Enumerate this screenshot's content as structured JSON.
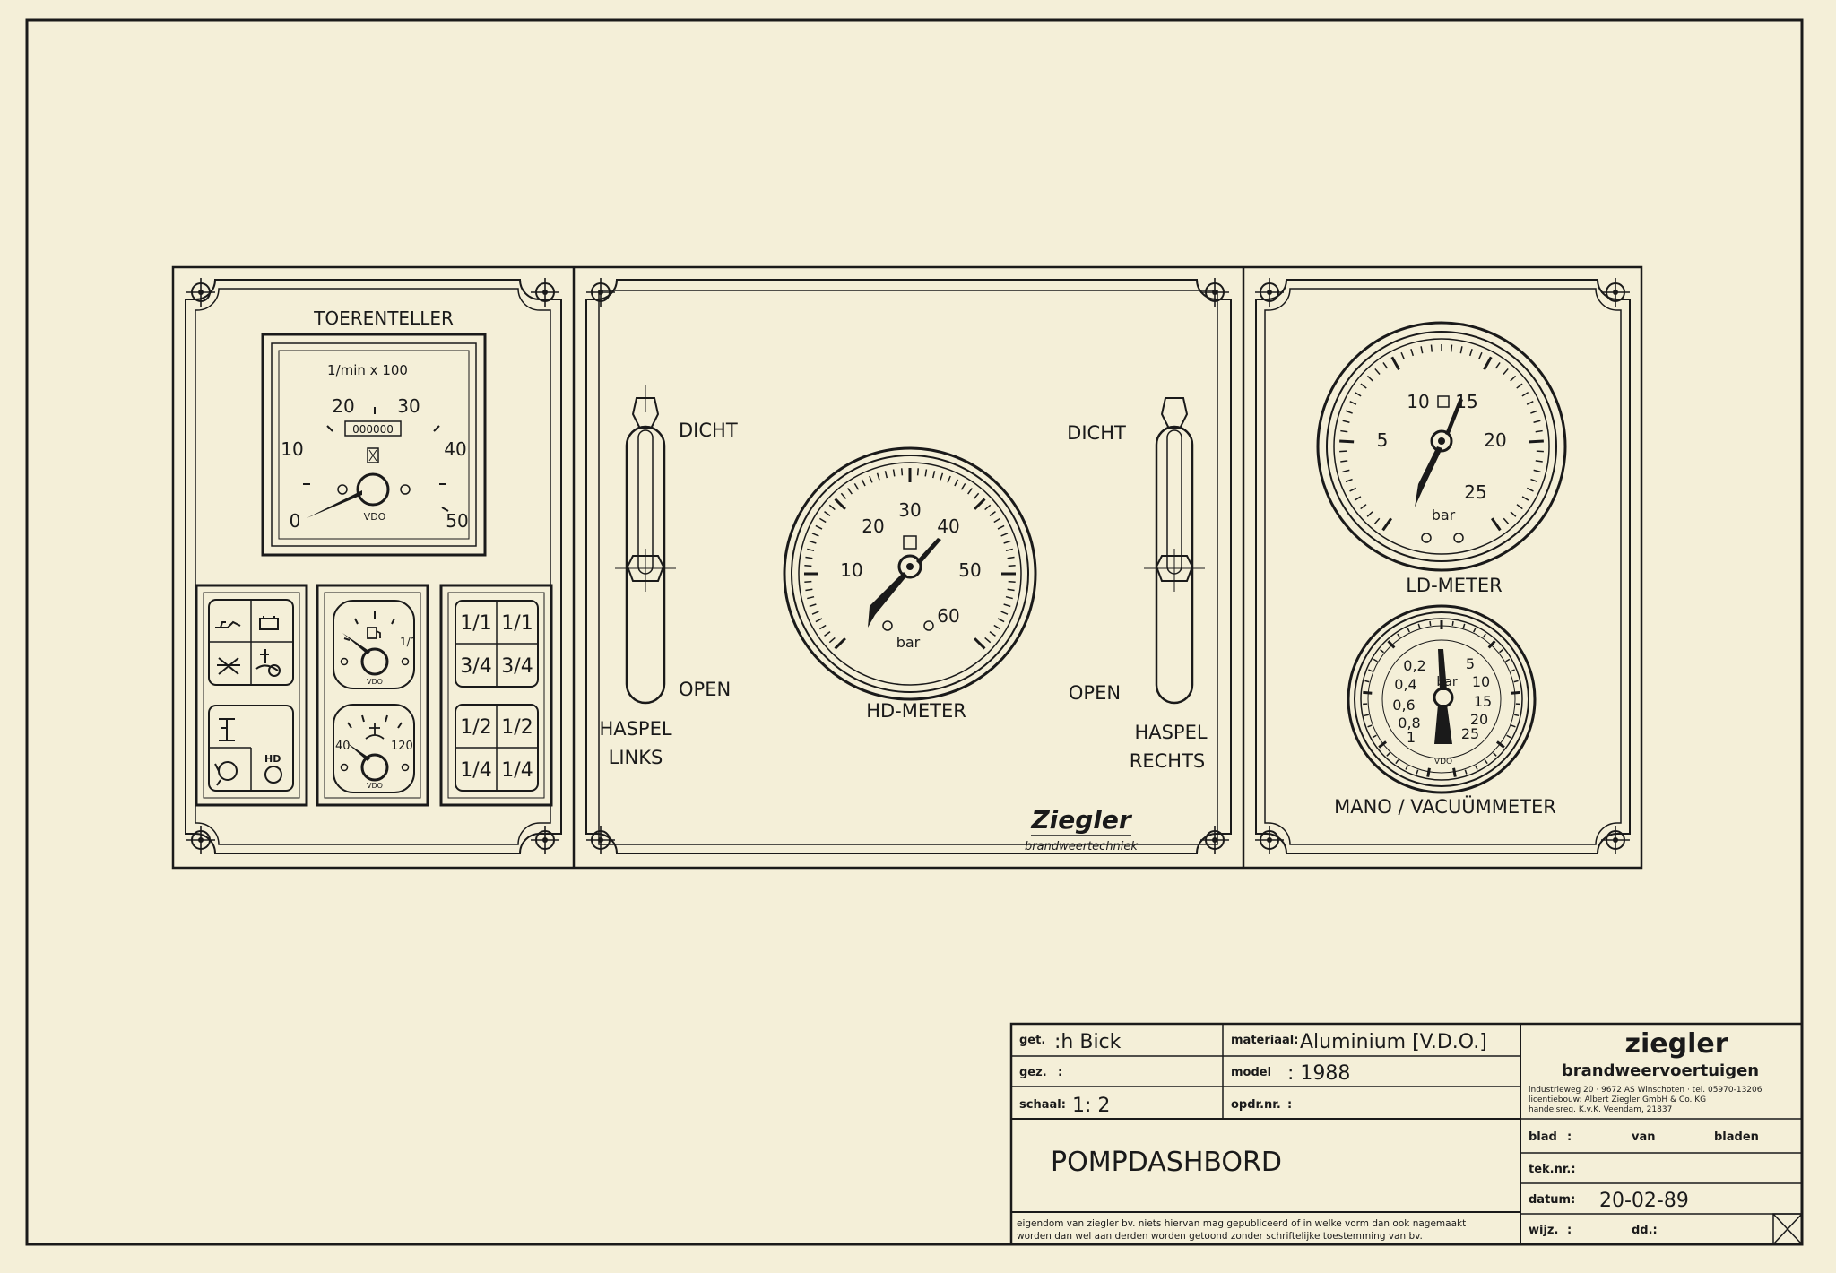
{
  "panel_labels": {
    "toerenteller": "TOERENTELLER",
    "rpm_unit": "1/min x 100",
    "vdo": "VDO",
    "hd_meter": "HD-METER",
    "ld_meter": "LD-METER",
    "mano_vacuum": "MANO / VACUÜMMETER",
    "bar": "bar",
    "haspel": "HASPEL",
    "links": "LINKS",
    "rechts": "RECHTS",
    "dicht": "DICHT",
    "open": "OPEN",
    "ziegler_logo": "Ziegler",
    "ziegler_logo_sub": "brandweertechniek"
  },
  "gauges": {
    "tacho_ticks": [
      "0",
      "10",
      "20",
      "30",
      "40",
      "50"
    ],
    "tacho_counter": "000000",
    "hd_ticks": [
      "10",
      "20",
      "30",
      "40",
      "50",
      "60"
    ],
    "ld_ticks": [
      "5",
      "10",
      "15",
      "20",
      "25"
    ],
    "vac_ticks_left": [
      "0,2",
      "0,4",
      "0,6",
      "0,8",
      "1"
    ],
    "vac_ticks_right": [
      "5",
      "10",
      "15",
      "20",
      "25"
    ],
    "fuel_full": "1/1",
    "temp_low": "40",
    "temp_high": "120"
  },
  "fraction_panels": {
    "top": [
      "1/1",
      "1/1",
      "3/4",
      "3/4"
    ],
    "bottom": [
      "1/2",
      "1/2",
      "1/4",
      "1/4"
    ]
  },
  "warning_labels": {
    "hd": "HD"
  },
  "title_block": {
    "get_label": "get.",
    "get_value": ":h Bick",
    "gez_label": "gez.",
    "gez_value": ":",
    "schaal_label": "schaal:",
    "schaal_value": "1: 2",
    "materiaal_label": "materiaal:",
    "materiaal_value": "Aluminium [V.D.O.]",
    "model_label": "model",
    "model_value": ": 1988",
    "opdr_label": "opdr.nr.",
    "opdr_value": ":",
    "title": "POMPDASHBORD",
    "company_name": "ziegler",
    "company_sub": "brandweervoertuigen",
    "address_1": "industrieweg 20 · 9672 AS Winschoten · tel. 05970-13206",
    "address_2": "licentiebouw: Albert Ziegler GmbH & Co. KG",
    "address_3": "handelsreg. K.v.K. Veendam, 21837",
    "blad_label": "blad",
    "blad_value": ":",
    "van_label": "van",
    "bladen_label": "bladen",
    "teknr_label": "tek.nr.:",
    "datum_label": "datum:",
    "datum_value": "20-02-89",
    "wijz_label": "wijz.",
    "wijz_value": ":",
    "dd_label": "dd.:",
    "notice_1": "eigendom van ziegler bv. niets hiervan mag gepubliceerd of in welke vorm dan ook nagemaakt",
    "notice_2": "worden dan wel aan derden worden getoond zonder schriftelijke toestemming van bv."
  }
}
